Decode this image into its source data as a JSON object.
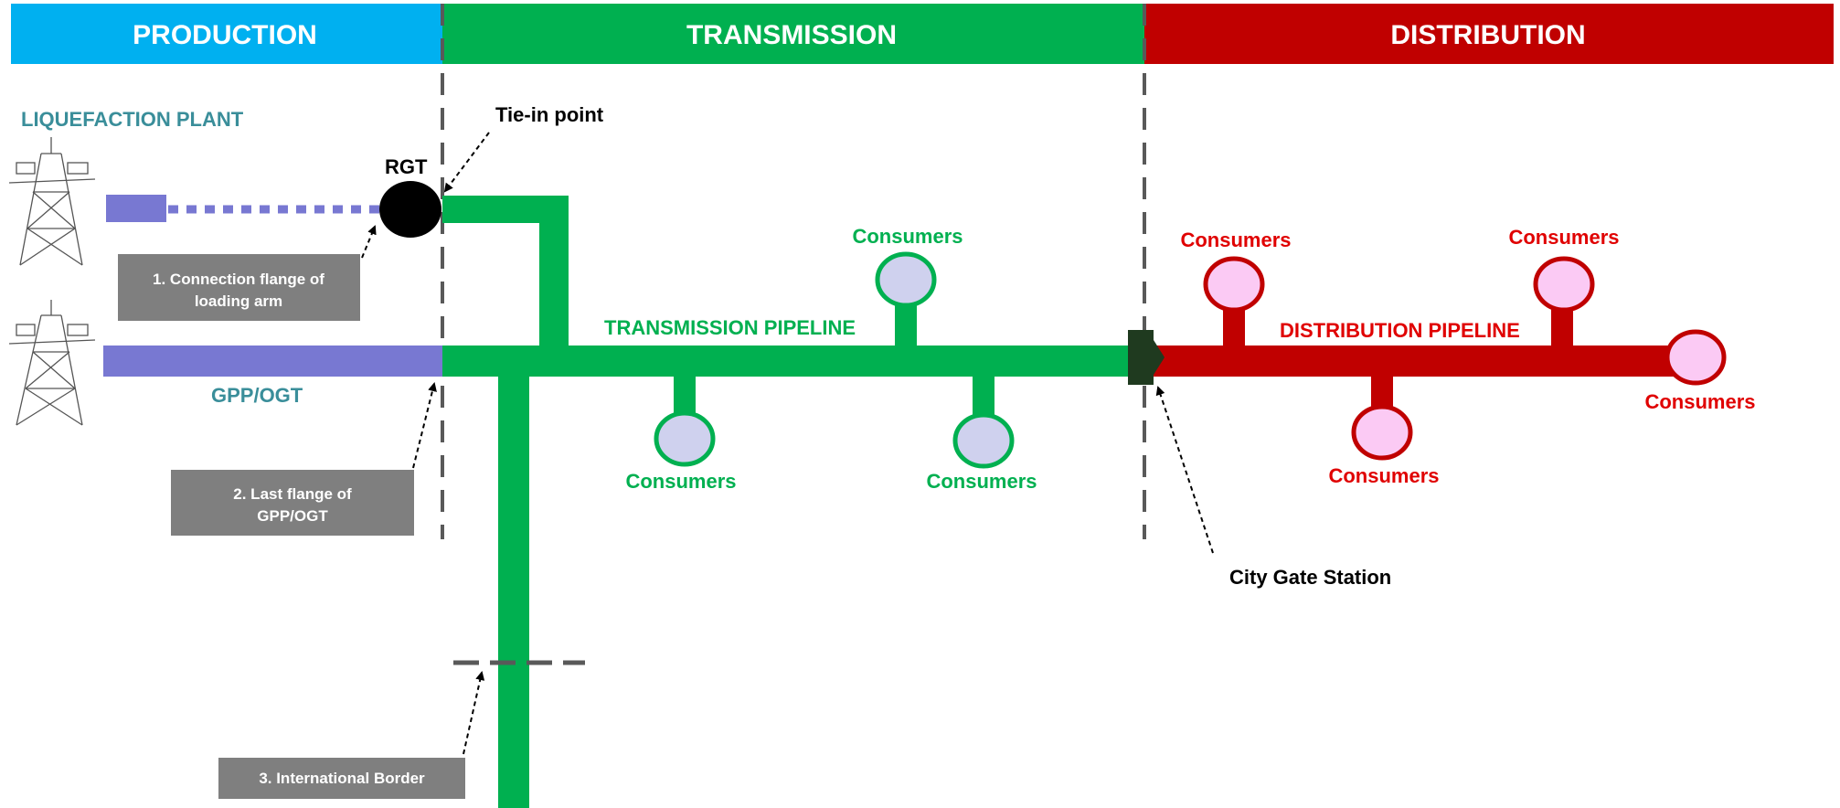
{
  "sections": {
    "production": "PRODUCTION",
    "transmission": "TRANSMISSION",
    "distribution": "DISTRIBUTION"
  },
  "labels": {
    "liquefaction_plant": "LIQUEFACTION PLANT",
    "rgt": "RGT",
    "tie_in_point": "Tie-in point",
    "gpp_ogt": "GPP/OGT",
    "transmission_pipeline": "TRANSMISSION PIPELINE",
    "distribution_pipeline": "DISTRIBUTION PIPELINE",
    "city_gate_station": "City Gate Station",
    "consumers": "Consumers"
  },
  "callouts": {
    "connection_flange_line1": "1. Connection flange of",
    "connection_flange_line2": "loading arm",
    "last_flange_line1": "2. Last flange of",
    "last_flange_line2": "GPP/OGT",
    "international_border": "3. International Border"
  },
  "colors": {
    "production": "#00b0f0",
    "transmission": "#00b050",
    "distribution": "#c00000",
    "supply_pipe": "#7878d2",
    "green_consumer_fill": "#cfd1ee",
    "red_consumer_fill": "#fbcaf4",
    "callout_box": "#7f7f7f",
    "divider": "#595959"
  }
}
